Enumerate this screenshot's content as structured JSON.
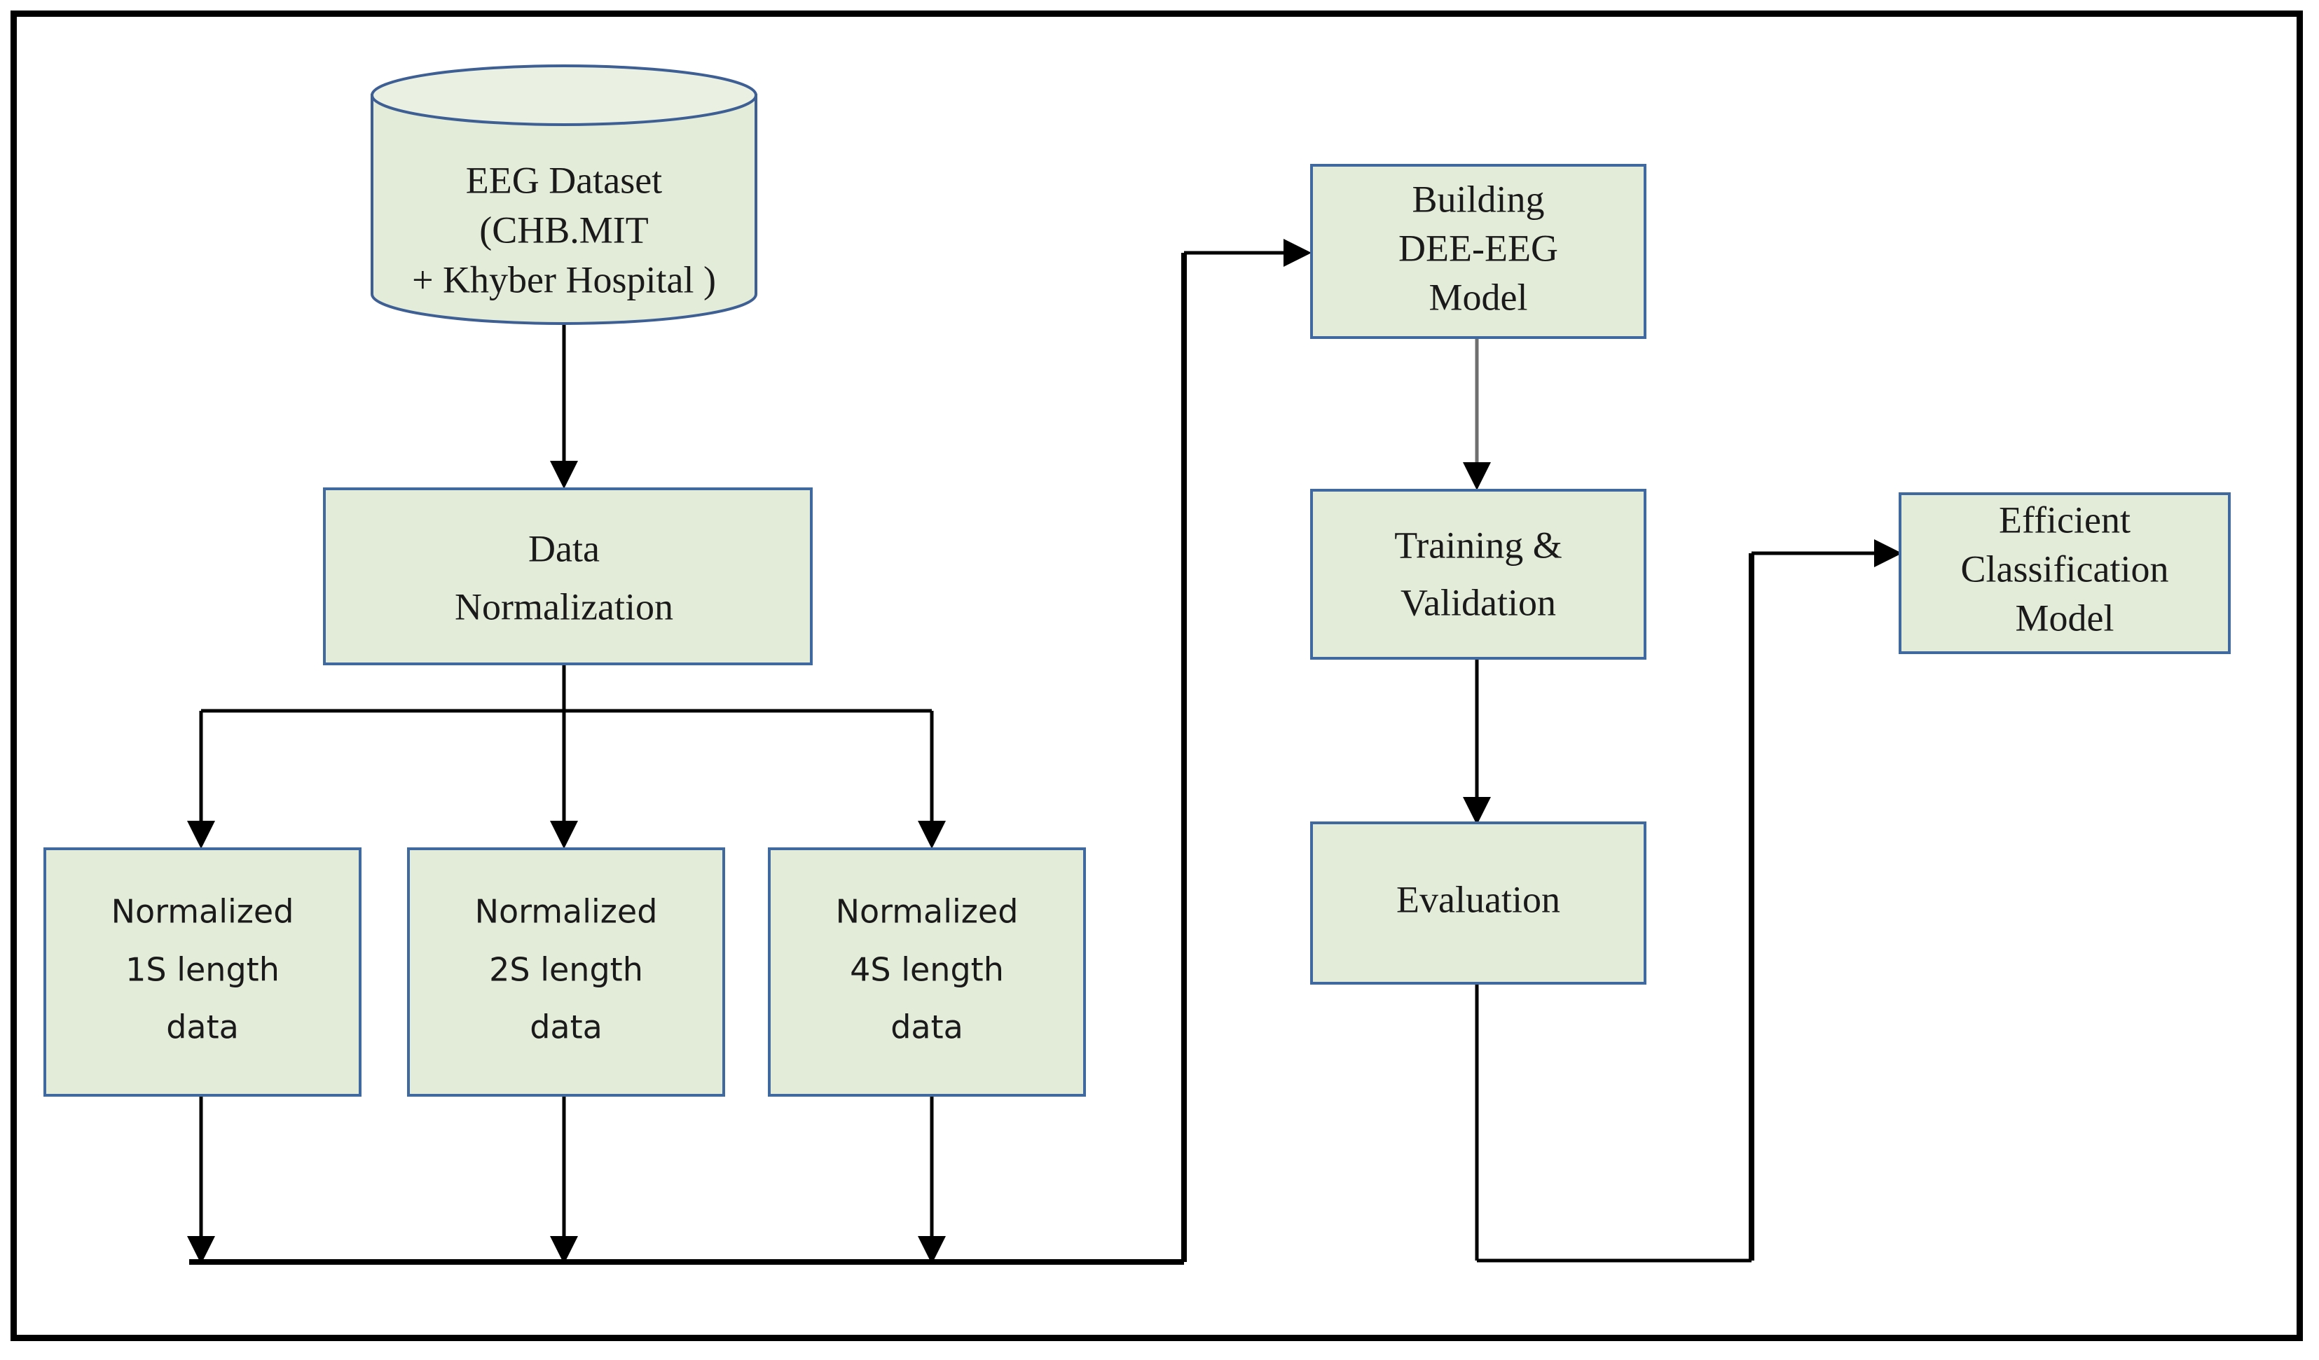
{
  "diagram": {
    "title": "EEG classification pipeline flowchart",
    "colors": {
      "node_fill": "#e3ecd9",
      "node_border": "#40699f",
      "edge": "#000000",
      "frame": "#000000",
      "background": "#ffffff"
    },
    "nodes": {
      "dataset": {
        "shape": "cylinder",
        "lines": [
          "EEG Dataset",
          "(CHB.MIT",
          "+ Khyber Hospital )"
        ],
        "line1": "EEG Dataset",
        "line2": "(CHB.MIT",
        "line3": "+ Khyber Hospital )"
      },
      "normalization": {
        "shape": "rectangle",
        "line1": "Data",
        "line2": "Normalization"
      },
      "norm_1s": {
        "shape": "rectangle",
        "line1": "Normalized",
        "line2": "1S length",
        "line3": "data"
      },
      "norm_2s": {
        "shape": "rectangle",
        "line1": "Normalized",
        "line2": "2S length",
        "line3": "data"
      },
      "norm_4s": {
        "shape": "rectangle",
        "line1": "Normalized",
        "line2": "4S length",
        "line3": "data"
      },
      "building_model": {
        "shape": "rectangle",
        "line1": "Building",
        "line2": "DEE-EEG",
        "line3": "Model"
      },
      "training": {
        "shape": "rectangle",
        "line1": "Training &",
        "line2": "Validation"
      },
      "evaluation": {
        "shape": "rectangle",
        "line1": "Evaluation"
      },
      "efficient_model": {
        "shape": "rectangle",
        "line1": "Efficient",
        "line2": "Classification",
        "line3": "Model"
      }
    },
    "edges": [
      {
        "from": "dataset",
        "to": "normalization",
        "style": "straight-down"
      },
      {
        "from": "normalization",
        "to": "norm_1s",
        "style": "fan-out-left"
      },
      {
        "from": "normalization",
        "to": "norm_2s",
        "style": "fan-out-center"
      },
      {
        "from": "normalization",
        "to": "norm_4s",
        "style": "fan-out-right"
      },
      {
        "from": "norm_1s",
        "to": "collector",
        "style": "down-to-bus"
      },
      {
        "from": "norm_2s",
        "to": "collector",
        "style": "down-to-bus"
      },
      {
        "from": "norm_4s",
        "to": "collector",
        "style": "down-to-bus"
      },
      {
        "from": "collector",
        "to": "building_model",
        "style": "right-up-right"
      },
      {
        "from": "building_model",
        "to": "training",
        "style": "straight-down"
      },
      {
        "from": "training",
        "to": "evaluation",
        "style": "straight-down"
      },
      {
        "from": "evaluation",
        "to": "efficient_model",
        "style": "down-right-up-right"
      }
    ]
  }
}
